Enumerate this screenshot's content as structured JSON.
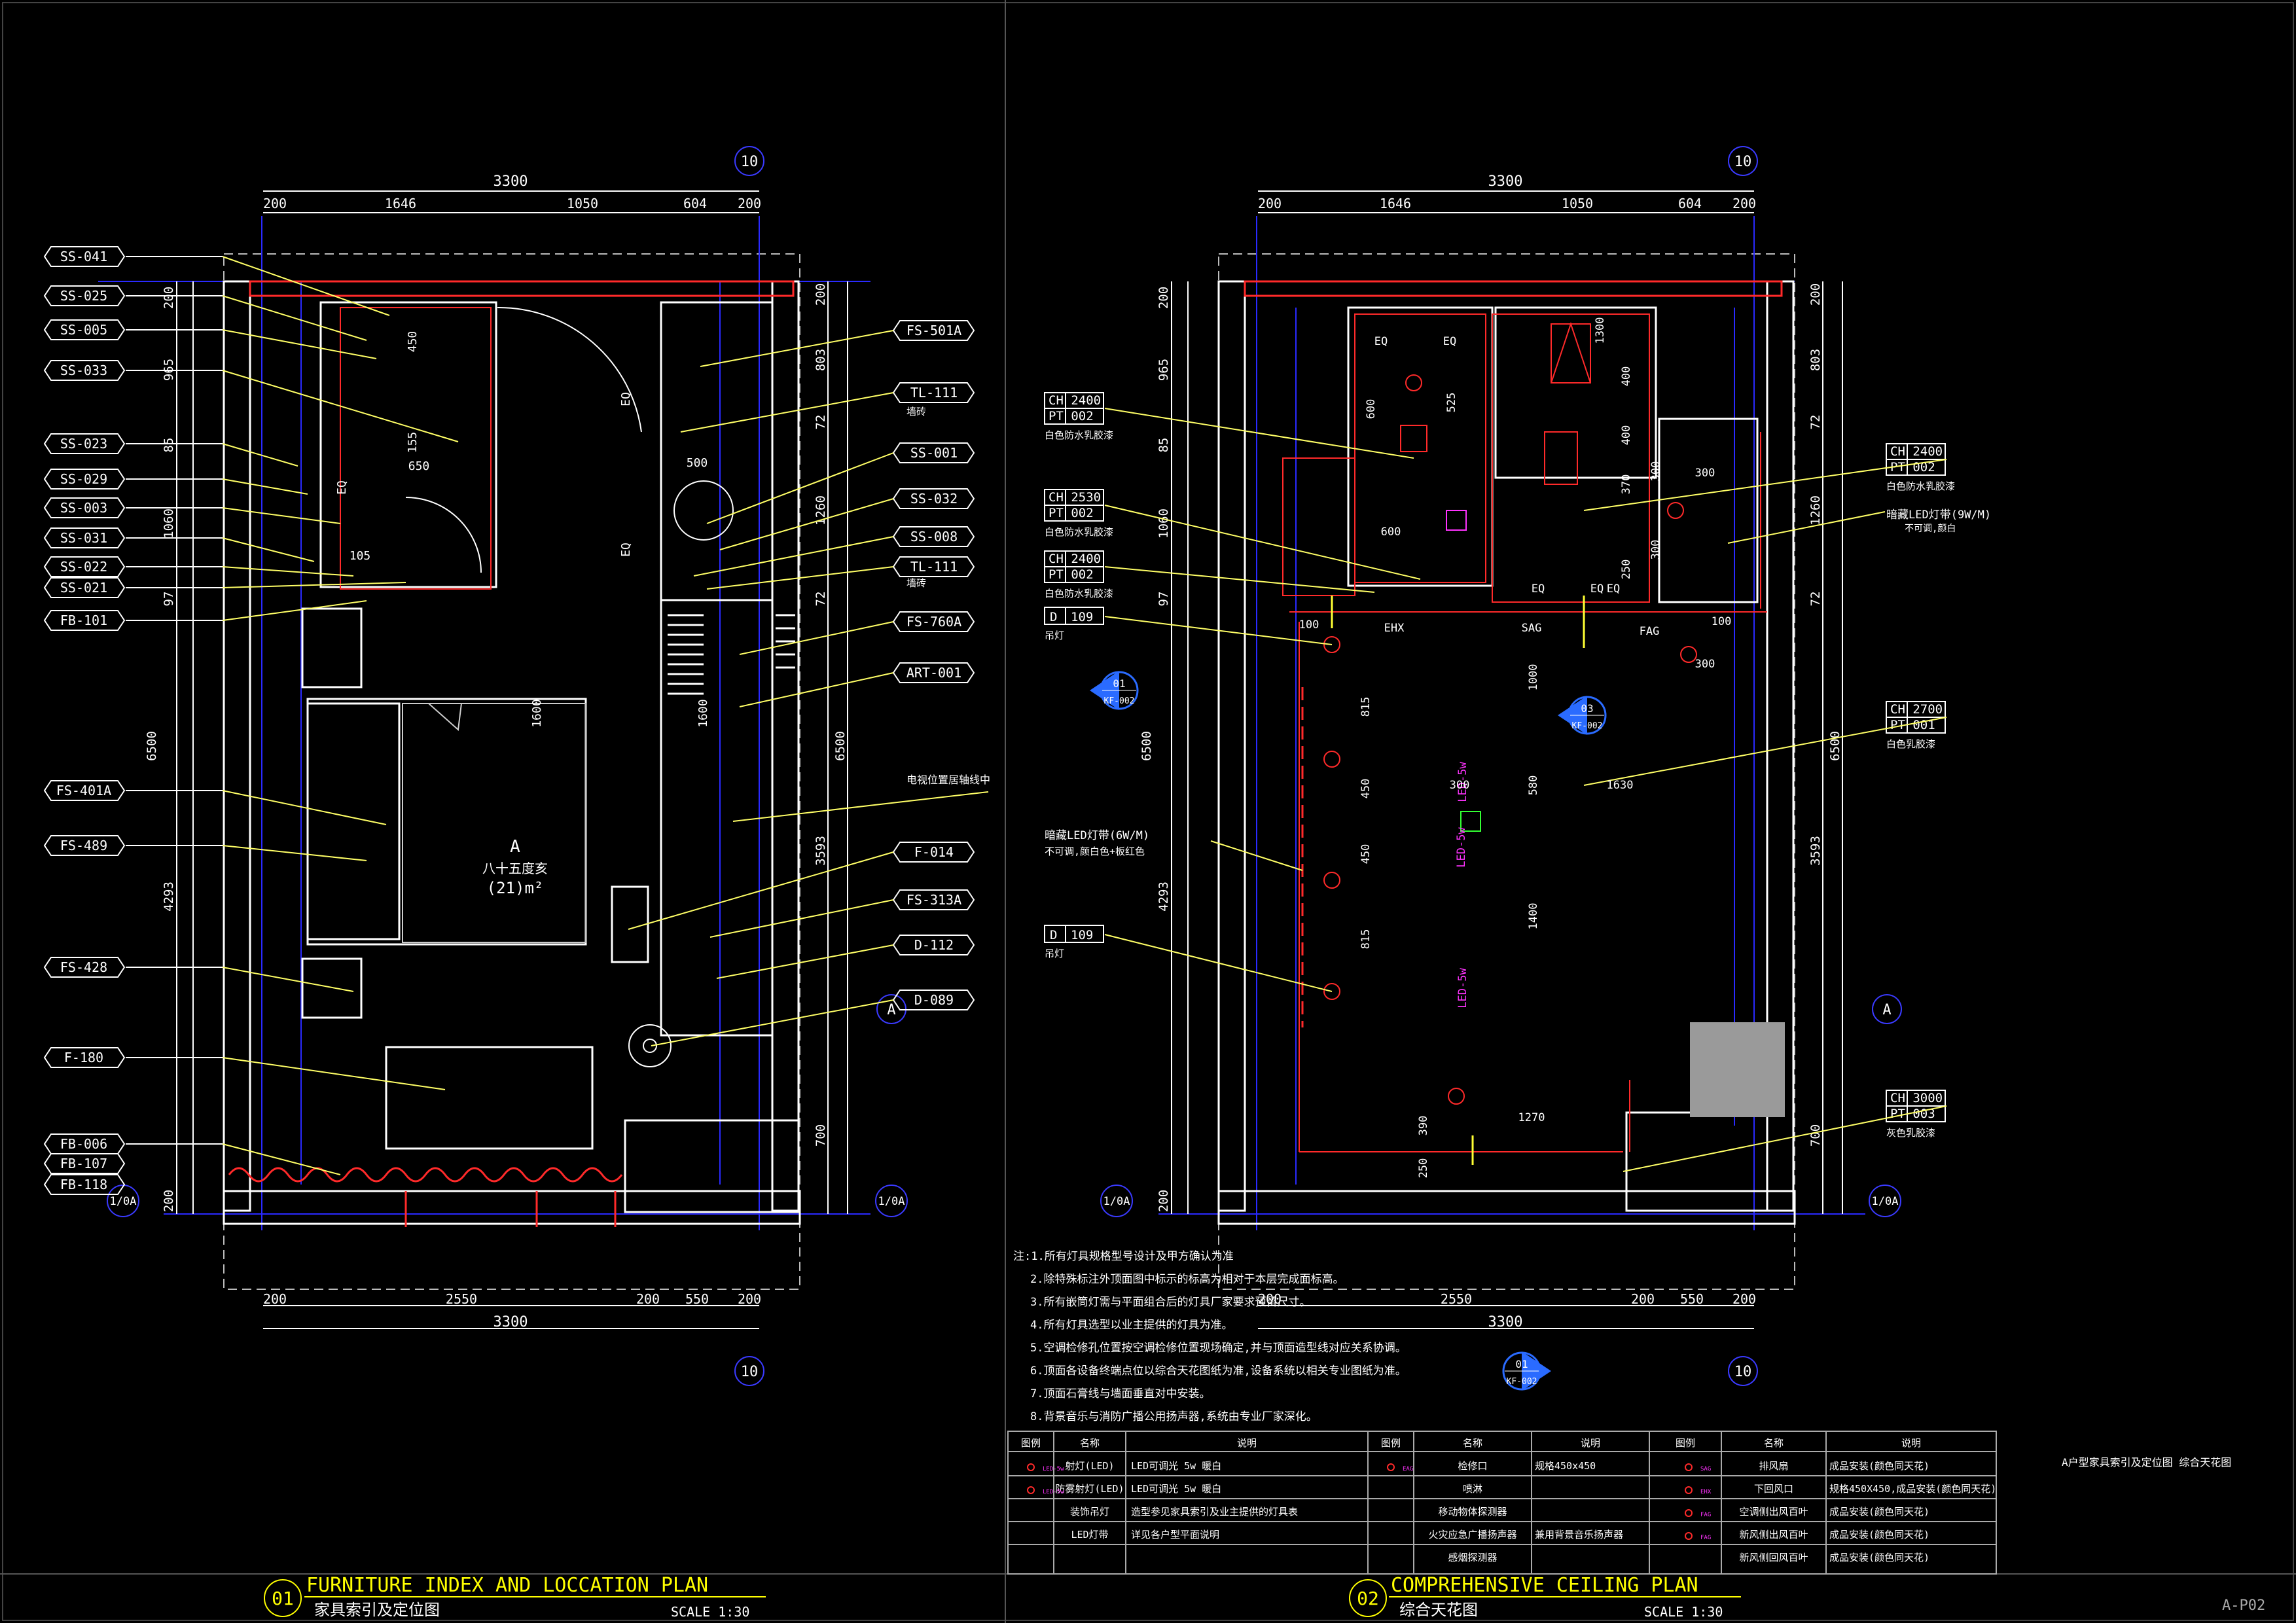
{
  "sheet": {
    "number": "A-P02",
    "side_note": "A户型家具索引及定位图  综合天花图"
  },
  "plan1": {
    "circle_num": "01",
    "title_en": "FURNITURE INDEX AND LOCCATION  PLAN",
    "title_cn": "家具索引及定位图",
    "scale": "SCALE 1:30",
    "grid_top": "10",
    "grid_bottom": "10",
    "grid_a": "A",
    "grid_1_0a_left": "1/0A",
    "grid_1_0a_right": "1/0A",
    "dims_top": [
      "3300",
      "200",
      "1646",
      "1050",
      "604",
      "200"
    ],
    "dims_bottom": [
      "200",
      "2550",
      "200",
      "550",
      "200",
      "3300"
    ],
    "dims_left": [
      "200",
      "965",
      "85",
      "1060",
      "97",
      "6500",
      "4293",
      "200"
    ],
    "dims_right": [
      "200",
      "803",
      "72",
      "1260",
      "72",
      "6500",
      "3593",
      "700"
    ],
    "room_label": "A",
    "room_name": "八十五度亥",
    "room_area": "(21)m²",
    "inner_dims": [
      "450",
      "155",
      "650",
      "500",
      "1600",
      "1600",
      "105",
      "EQ",
      "EQ",
      "EQ"
    ],
    "left_tags": [
      "SS-041",
      "SS-025",
      "SS-005",
      "SS-033",
      "SS-023",
      "SS-029",
      "SS-003",
      "SS-031",
      "SS-022",
      "SS-021",
      "FB-101",
      "FS-401A",
      "FS-489",
      "FS-428",
      "F-180",
      "FB-006",
      "FB-107",
      "FB-118"
    ],
    "right_tags": [
      "FS-501A",
      "TL-111",
      "SS-001",
      "SS-032",
      "SS-008",
      "TL-111",
      "FS-760A",
      "ART-001",
      "F-014",
      "FS-313A",
      "D-112",
      "D-089"
    ],
    "right_notes": [
      "墙砖",
      "墙砖",
      "电视位置居轴线中"
    ]
  },
  "plan2": {
    "circle_num": "02",
    "title_en": "COMPREHENSIVE CEILING PLAN",
    "title_cn": "综合天花图",
    "scale": "SCALE 1:30",
    "grid_top": "10",
    "grid_bottom": "10",
    "grid_a": "A",
    "grid_1_0a_left": "1/0A",
    "grid_1_0a_right": "1/0A",
    "dims_top": [
      "3300",
      "200",
      "1646",
      "1050",
      "604",
      "200"
    ],
    "dims_bottom": [
      "200",
      "2550",
      "200",
      "550",
      "200",
      "3300"
    ],
    "ch_left": [
      {
        "ch": "CH 2400",
        "pt": "PT 002",
        "note": "白色防水乳胶漆"
      },
      {
        "ch": "CH 2530",
        "pt": "PT 002",
        "note": "白色防水乳胶漆"
      },
      {
        "ch": "CH 2400",
        "pt": "PT 002",
        "note": "白色防水乳胶漆"
      }
    ],
    "ch_right": [
      {
        "ch": "CH 2400",
        "pt": "PT 002",
        "note": "白色防水乳胶漆"
      },
      {
        "ch": "CH 2700",
        "pt": "PT 001",
        "note": "白色乳胶漆"
      },
      {
        "ch": "CH 3000",
        "pt": "PT 003",
        "note": "灰色乳胶漆"
      }
    ],
    "d_tags": [
      {
        "d": "D",
        "n": "109",
        "note": "吊灯"
      },
      {
        "d": "D",
        "n": "109",
        "note": "吊灯"
      }
    ],
    "led_note_left": [
      "暗藏LED灯带(6W/M)",
      "不可调,颜白色+板红色"
    ],
    "led_note_right": [
      "暗藏LED灯带(9W/M)",
      "不可调,颜白"
    ],
    "section_marks": [
      {
        "n": "01",
        "ref": "KF-002"
      },
      {
        "n": "03",
        "ref": "KF-002"
      },
      {
        "n": "01",
        "ref": "KF-002"
      }
    ],
    "inner_labels": [
      "EQ",
      "EQ",
      "EQ",
      "EQ",
      "EQ",
      "EHX",
      "SAG",
      "FAG",
      "LED-5w",
      "LED-5w",
      "LED-5w",
      "1000",
      "815",
      "450",
      "450",
      "815",
      "1400",
      "300",
      "580",
      "1630",
      "1270",
      "390",
      "250",
      "300",
      "300",
      "400",
      "400",
      "370",
      "250",
      "300",
      "300",
      "1300",
      "600",
      "525",
      "600",
      "100",
      "100"
    ]
  },
  "notes": {
    "lines": [
      "注:1.所有灯具规格型号设计及甲方确认为准",
      "2.除特殊标注外顶面图中标示的标高为相对于本层完成面标高。",
      "3.所有嵌筒灯需与平面组合后的灯具厂家要求预留尺寸。",
      "4.所有灯具选型以业主提供的灯具为准。",
      "5.空调检修孔位置按空调检修位置现场确定,并与顶面造型线对应关系协调。",
      "6.顶面各设备终端点位以综合天花图纸为准,设备系统以相关专业图纸为准。",
      "7.顶面石膏线与墙面垂直对中安装。",
      "8.背景音乐与消防广播公用扬声器,系统由专业厂家深化。"
    ]
  },
  "legend": {
    "headers": [
      "图例",
      "名称",
      "说明",
      "图例",
      "名称",
      "说明",
      "图例",
      "名称",
      "说明"
    ],
    "rows": [
      [
        "射灯(LED)",
        "LED可调光 5w 暖白",
        "检修口",
        "规格450x450",
        "排风扇",
        "成品安装(颜色同天花)"
      ],
      [
        "防雾射灯(LED)",
        "LED可调光 5w 暖白",
        "喷淋",
        "",
        "下回风口",
        "规格450X450,成品安装(颜色同天花)"
      ],
      [
        "装饰吊灯",
        "造型参见家具索引及业主提供的灯具表",
        "移动物体探测器",
        "",
        "空调侧出风百叶",
        "成品安装(颜色同天花)"
      ],
      [
        "LED灯带",
        "详见各户型平面说明",
        "火灾应急广播扬声器",
        "兼用背景音乐扬声器",
        "新风侧出风百叶",
        "成品安装(颜色同天花)"
      ],
      [
        "",
        "",
        "感烟探测器",
        "",
        "新风侧回风百叶",
        "成品安装(颜色同天花)"
      ]
    ],
    "symbol_tags": [
      "LED-5w",
      "LED-5w",
      "EAG",
      "SAG",
      "EHX",
      "FAG",
      "FAG"
    ]
  },
  "colors": {
    "background": "#000000",
    "wall": "#ffffff",
    "dimension": "#ffffff",
    "axis": "#1a1aff",
    "leader": "#ffff66",
    "title": "#ffff00",
    "red": "#ff2a2a",
    "magenta": "#ff33ff",
    "green": "#33ff33",
    "cyan": "#33ccff"
  }
}
